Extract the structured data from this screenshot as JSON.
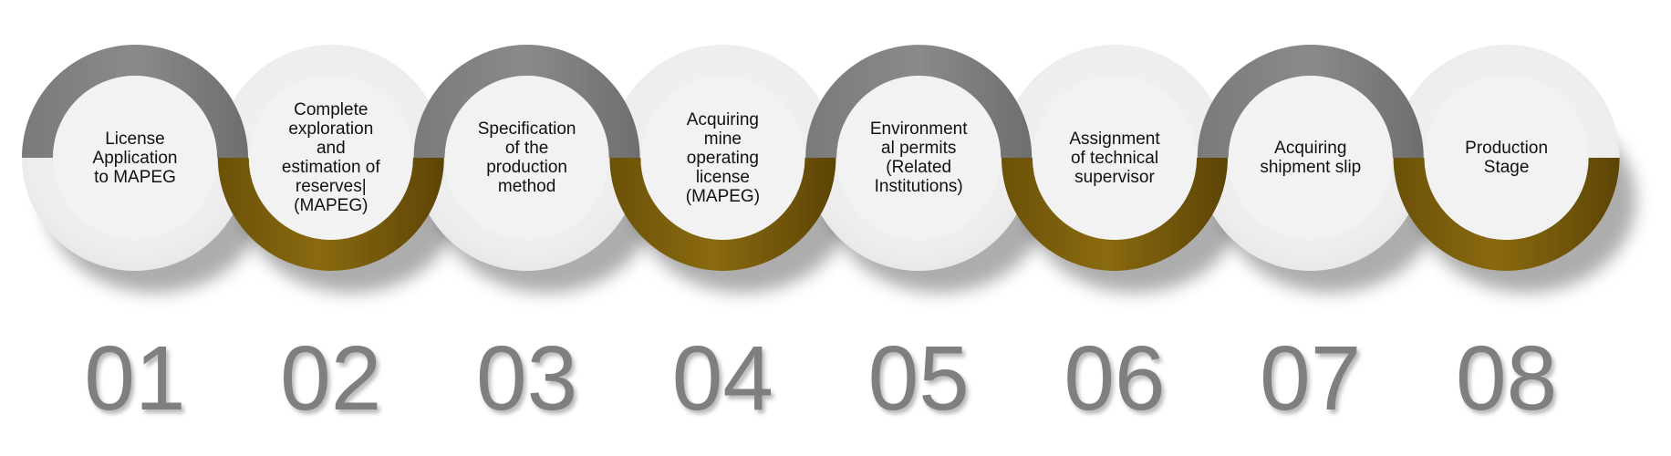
{
  "steps": [
    {
      "number": "01",
      "label": "License\nApplication\nto MAPEG"
    },
    {
      "number": "02",
      "label": "Complete\nexploration\nand\nestimation of\nreserves|\n(MAPEG)"
    },
    {
      "number": "03",
      "label": "Specification\nof the\nproduction\nmethod"
    },
    {
      "number": "04",
      "label": "Acquiring\nmine\noperating\nlicense\n(MAPEG)"
    },
    {
      "number": "05",
      "label": "Environment\nal permits\n(Related\nInstitutions)"
    },
    {
      "number": "06",
      "label": "Assignment\nof technical\nsupervisor"
    },
    {
      "number": "07",
      "label": "Acquiring\nshipment slip"
    },
    {
      "number": "08",
      "label": "Production\nStage"
    }
  ],
  "colors": {
    "ring_gray": "#808080",
    "ring_gold": "#6b5108",
    "ring_gold_light": "#8a6a10",
    "disc": "#f2f2f2",
    "number": "#7f7f7f"
  }
}
